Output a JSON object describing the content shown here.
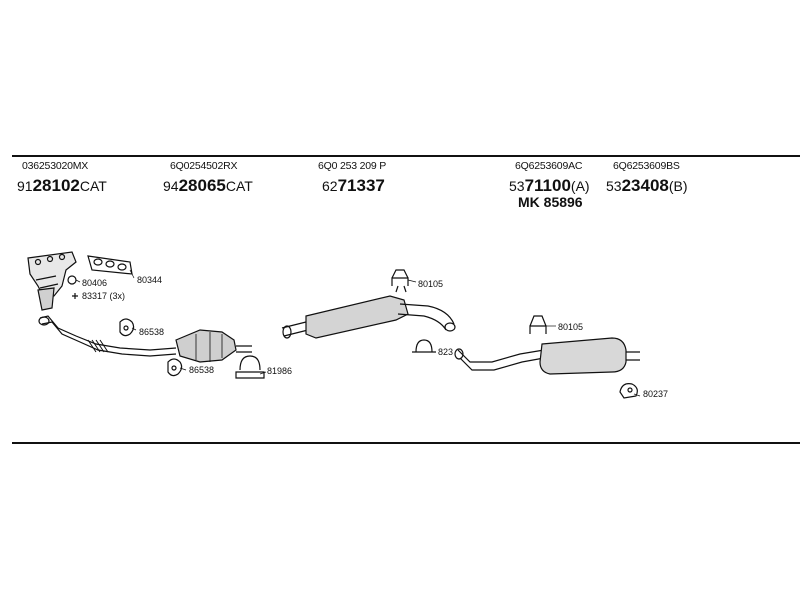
{
  "columns": [
    {
      "oem": "036253020MX",
      "art_prefix": "91",
      "art_bold": "28102",
      "art_suffix": "CAT"
    },
    {
      "oem": "6Q0254502RX",
      "art_prefix": "94",
      "art_bold": "28065",
      "art_suffix": "CAT"
    },
    {
      "oem": "6Q0 253 209 P",
      "art_prefix": "62",
      "art_bold": "71337",
      "art_suffix": ""
    },
    {
      "oem": "6Q6253609AC",
      "art_prefix": "53",
      "art_bold": "71100",
      "art_suffix": "(A)",
      "extra": "MK  85896"
    },
    {
      "oem": "6Q6253609BS",
      "art_prefix": "53",
      "art_bold": "23408",
      "art_suffix": "(B)"
    }
  ],
  "part_labels": {
    "p80406": "80406",
    "p80344": "80344",
    "p83317": "83317 (3x)",
    "p86538a": "86538",
    "p86538b": "86538",
    "p81986": "81986",
    "p80105a": "80105",
    "p823": "823",
    "p80105b": "80105",
    "p80237": "80237"
  }
}
